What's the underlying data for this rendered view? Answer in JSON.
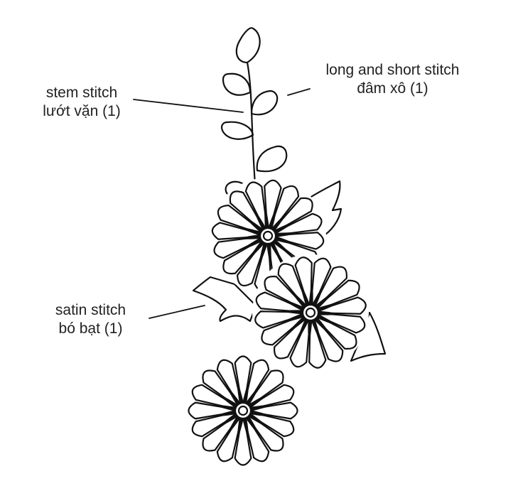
{
  "labels": {
    "stem": {
      "line1": "stem stitch",
      "line2": "lướt vặn (1)"
    },
    "long": {
      "line1": "long and short stitch",
      "line2": "đâm xô (1)"
    },
    "satin": {
      "line1": "satin stitch",
      "line2": "bó bạt (1)"
    }
  },
  "colors": {
    "ink": "#111111",
    "label": "#222222",
    "background": "#ffffff"
  }
}
